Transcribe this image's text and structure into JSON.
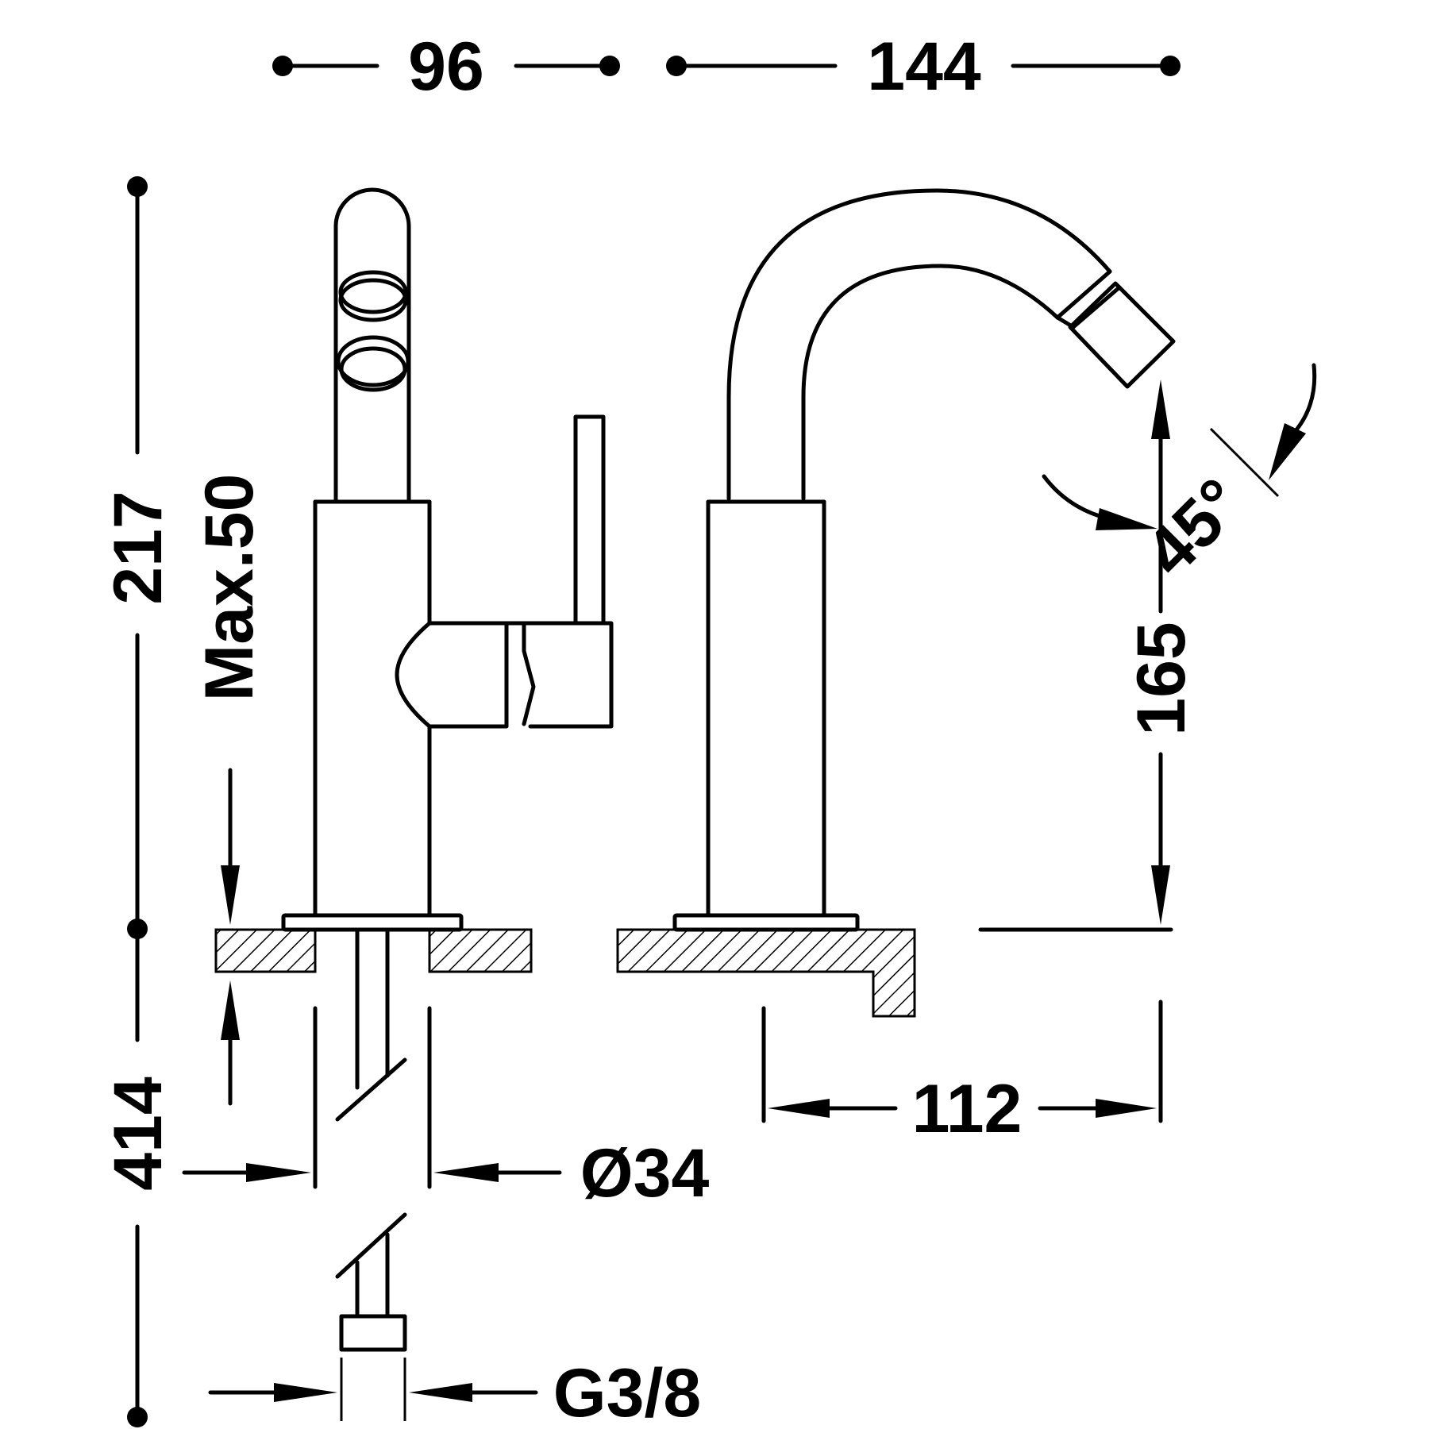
{
  "drawing": {
    "dimensions": {
      "top_left_width": "96",
      "top_right_width": "144",
      "total_height": "217",
      "max_deck_thickness": "Max.50",
      "spout_height": "165",
      "swivel_angle": "45°",
      "spout_reach": "112",
      "hose_length": "414",
      "body_diameter": "Ø34",
      "connection_thread": "G3/8"
    },
    "colors": {
      "line": "#000000",
      "background": "#ffffff"
    }
  }
}
